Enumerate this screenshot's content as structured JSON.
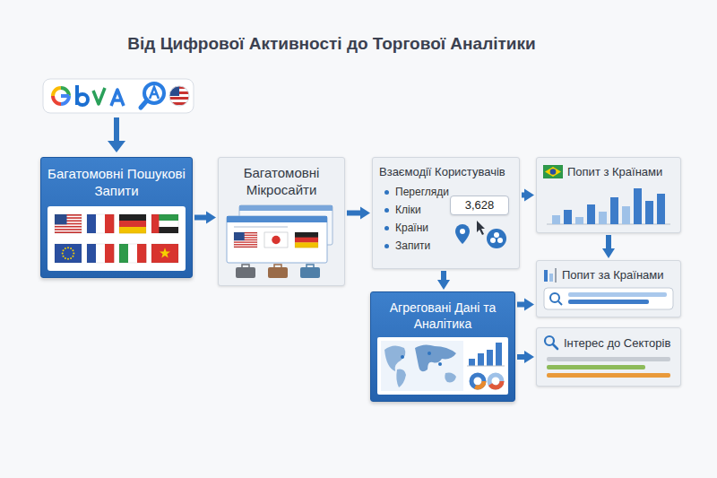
{
  "diagram": {
    "title": "Від Цифрової Активності до Торгової Аналітики",
    "nodes": [
      {
        "text": [
          "Багатомовні Пошукові Запити"
        ]
      },
      {
        "text": [
          "Багатомовні Мікросайти"
        ]
      },
      {
        "text": [
          "Взаємодії Користувачів",
          "Перегляди",
          "Кліки",
          "Країни",
          "Запити"
        ]
      },
      {
        "text": [
          "3,628"
        ],
        "in": 2
      },
      {
        "text": [
          "Попит з Країнами"
        ]
      },
      {
        "text": [
          "Попит за Країнами"
        ]
      },
      {
        "text": [
          "Агреговані Дані та Аналітика"
        ]
      },
      {
        "text": [
          "Інтерес до Секторів"
        ]
      }
    ],
    "edges": [
      {
        "from": 0,
        "to": 1,
        "arrow": "to"
      },
      {
        "from": 1,
        "to": 2,
        "arrow": "to"
      },
      {
        "from": 2,
        "to": 4,
        "arrow": "to"
      },
      {
        "from": 4,
        "to": 5,
        "arrow": "to"
      },
      {
        "from": 2,
        "to": 6,
        "arrow": "to"
      },
      {
        "from": 6,
        "to": 5,
        "arrow": "to"
      },
      {
        "from": 6,
        "to": 7,
        "arrow": "to"
      }
    ]
  }
}
